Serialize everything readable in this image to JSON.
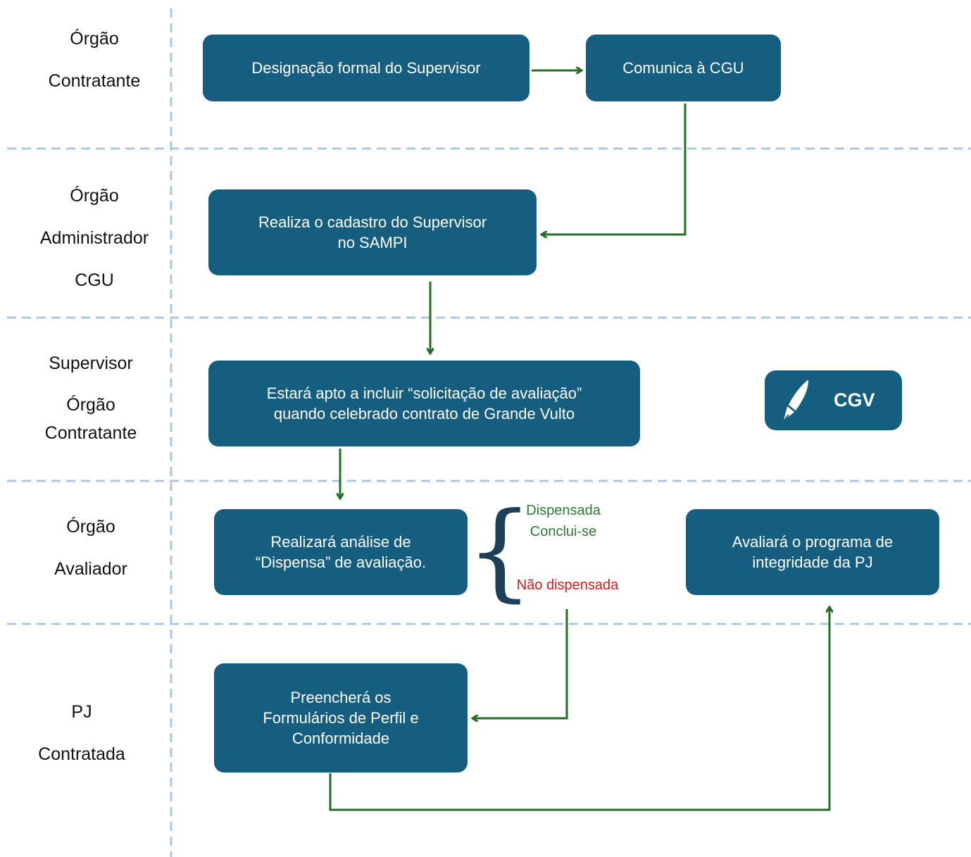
{
  "lanes": [
    {
      "lines": [
        "Órgão",
        "Contratante"
      ]
    },
    {
      "lines": [
        "Órgão",
        "Administrador",
        "CGU"
      ]
    },
    {
      "lines": [
        "Supervisor",
        "Órgão",
        "Contratante"
      ]
    },
    {
      "lines": [
        "Órgão",
        "Avaliador"
      ]
    },
    {
      "lines": [
        "PJ",
        "Contratada"
      ]
    }
  ],
  "boxes": {
    "designacao": {
      "lines": [
        "Designação formal do Supervisor"
      ]
    },
    "comunica": {
      "lines": [
        "Comunica à CGU"
      ]
    },
    "cadastro": {
      "lines": [
        "Realiza o cadastro do Supervisor",
        "no SAMPI"
      ]
    },
    "apto": {
      "lines": [
        "Estará apto a incluir “solicitação de avaliação”",
        "quando celebrado contrato de Grande Vulto"
      ]
    },
    "analise": {
      "lines": [
        "Realizará análise de",
        "“Dispensa” de avaliação."
      ]
    },
    "avaliara": {
      "lines": [
        "Avaliará o programa de",
        "integridade da PJ"
      ]
    },
    "preenchera": {
      "lines": [
        "Preencherá os",
        "Formulários de Perfil e",
        "Conformidade"
      ]
    }
  },
  "outcomes": {
    "dispensada": [
      "Dispensada",
      "Conclui-se"
    ],
    "nao_dispensada": "Não dispensada"
  },
  "badge": {
    "text": "CGV",
    "icon": "fountain-pen-icon"
  },
  "colors": {
    "box": "#165e80",
    "arrow": "#226f26",
    "divider": "#a9c8e3",
    "dispensada": "#2e7d32",
    "nao_dispensada": "#e01818"
  }
}
